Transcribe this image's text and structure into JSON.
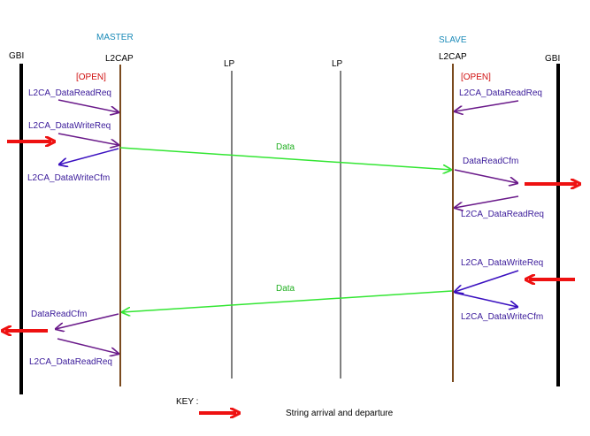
{
  "headers": {
    "master": "MASTER",
    "slave": "SLAVE"
  },
  "lanes": {
    "gbi_left": "GBI",
    "l2cap_master": "L2CAP",
    "lp_left": "LP",
    "lp_right": "LP",
    "l2cap_slave": "L2CAP",
    "gbi_right": "GBI"
  },
  "states": {
    "master": "[OPEN]",
    "slave": "[OPEN]"
  },
  "messages": {
    "m_read_req_1": "L2CA_DataReadReq",
    "m_write_req": "L2CA_DataWriteReq",
    "m_write_cfm": "L2CA_DataWriteCfm",
    "data_forward": "Data",
    "s_read_req_1": "L2CA_DataReadReq",
    "s_read_cfm": "DataReadCfm",
    "s_read_req_2": "L2CA_DataReadReq",
    "s_write_req": "L2CA_DataWriteReq",
    "data_back": "Data",
    "s_write_cfm": "L2CA_DataWriteCfm",
    "m_read_cfm": "DataReadCfm",
    "m_read_req_2": "L2CA_DataReadReq"
  },
  "key": {
    "title": "KEY :",
    "description": "String arrival and departure"
  },
  "colors": {
    "header": "#1a8ab8",
    "state": "#d01010",
    "message_text": "#3a1a9a",
    "purple_arrow": "#6a1a8a",
    "blue_arrow": "#3a10c0",
    "data_arrow": "#33e633",
    "data_text": "#22b022",
    "red_arrow": "#ee1111",
    "l2cap_line": "#7a4a1e"
  }
}
